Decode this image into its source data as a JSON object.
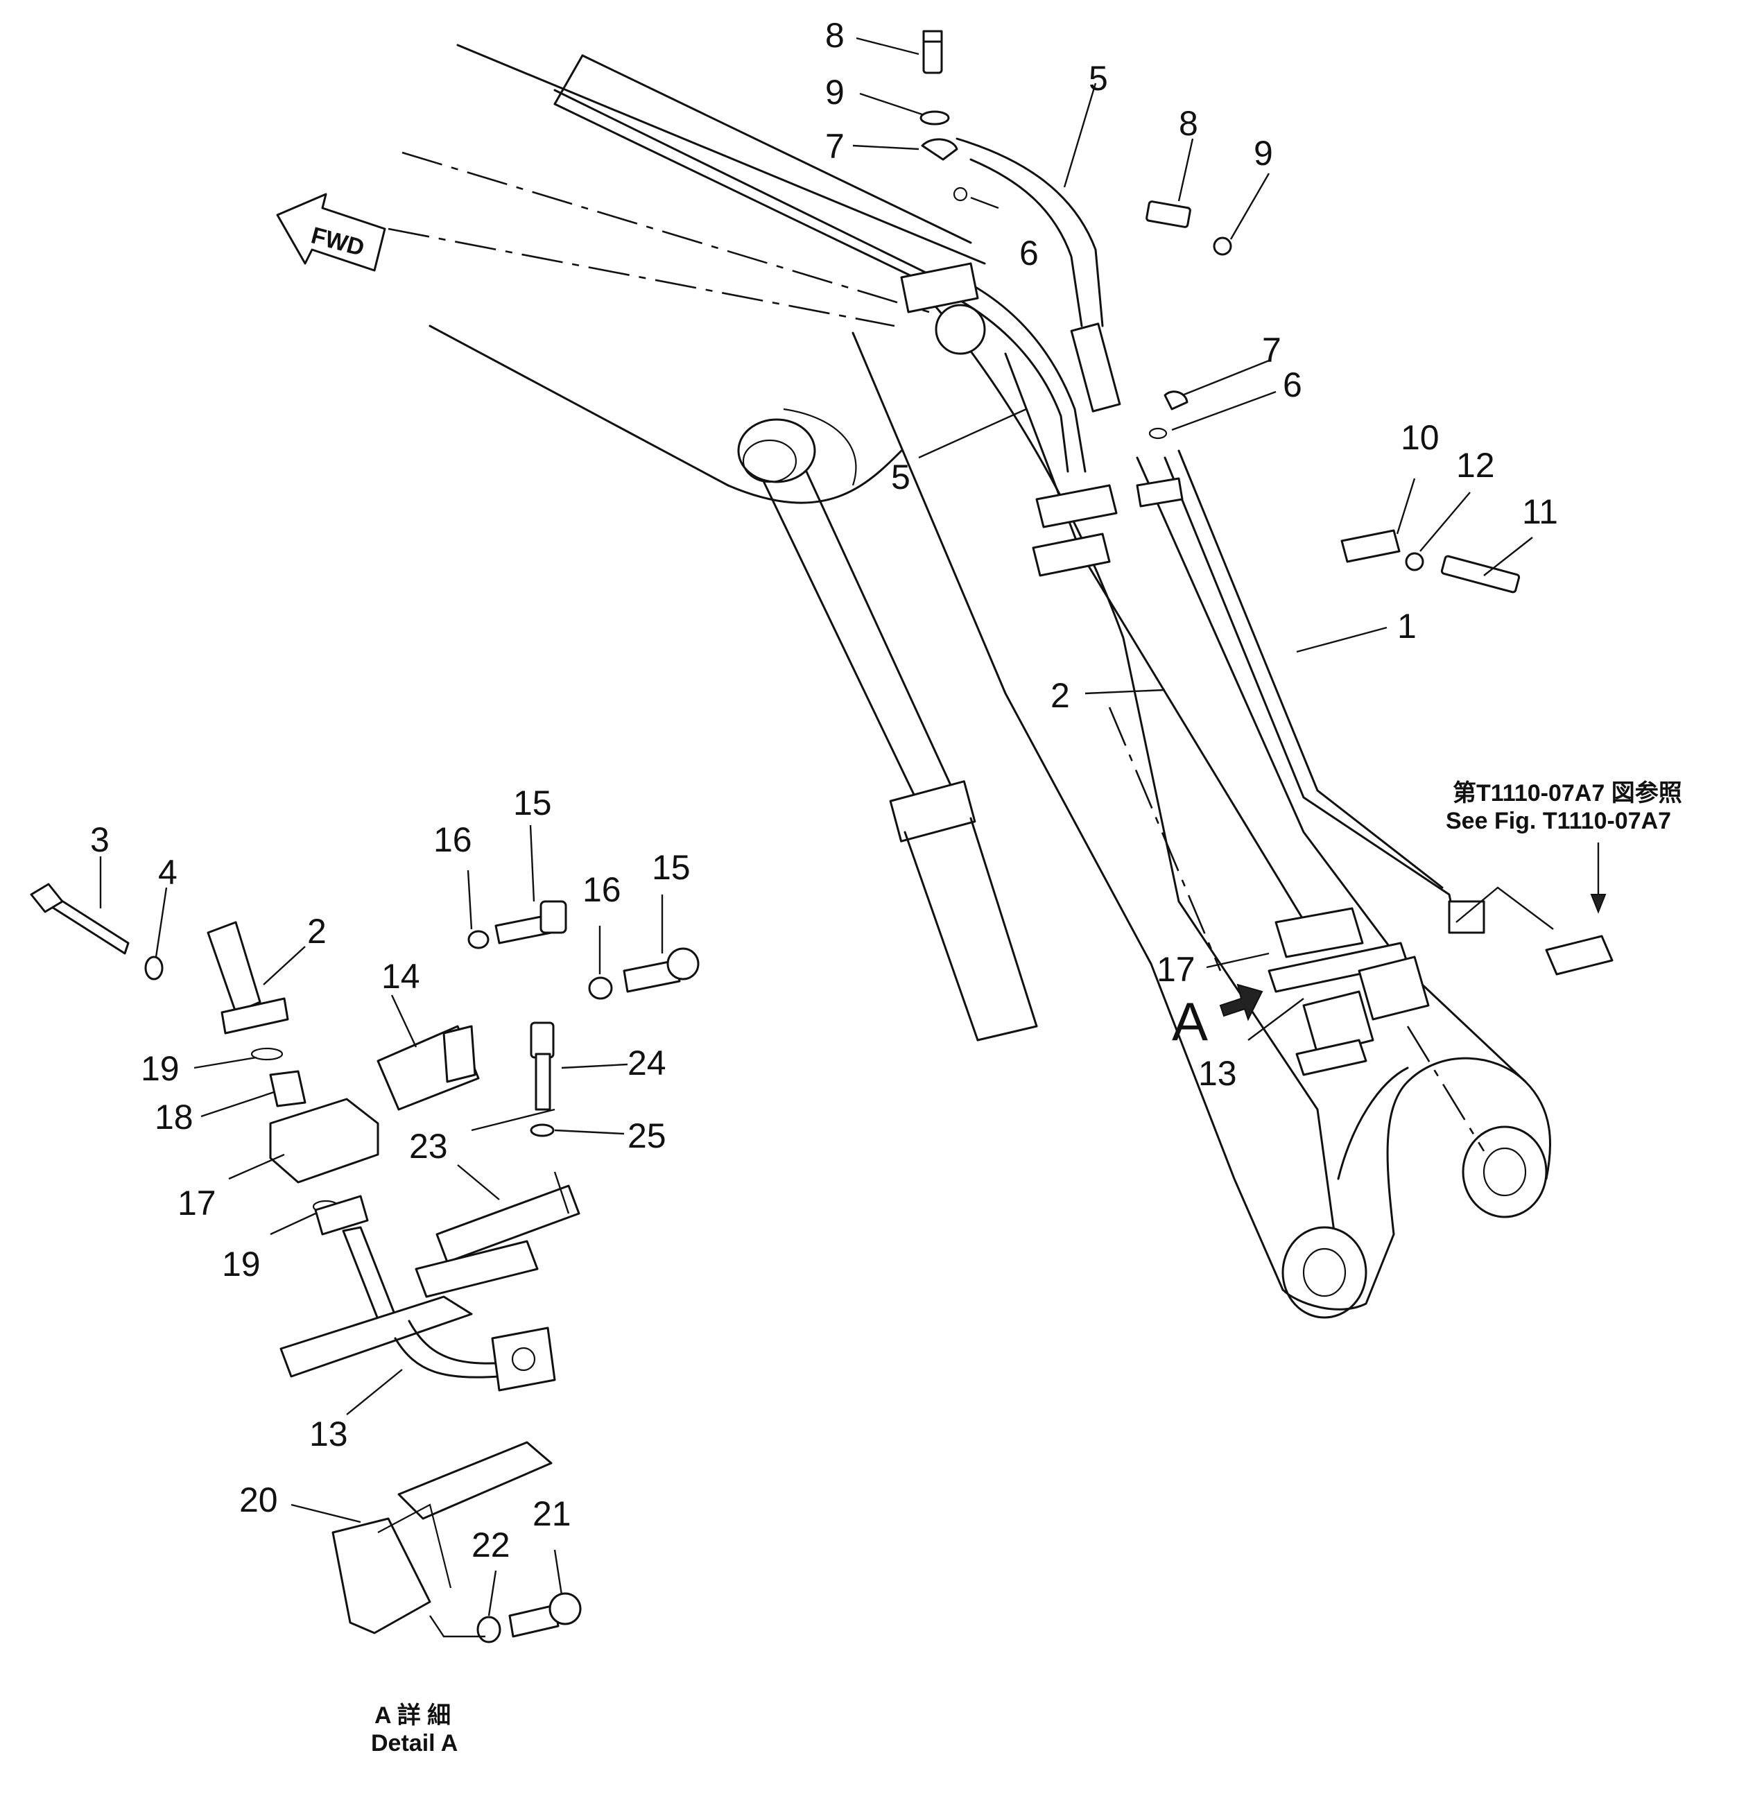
{
  "fwd_label": "FWD",
  "detail_marker": "A",
  "reference_note": {
    "line1": "第T1110-07A7 図参照",
    "line2": "See Fig. T1110-07A7"
  },
  "detail_caption": {
    "line1": "A 詳 細",
    "line2": "Detail A"
  },
  "callouts_main": {
    "p8a": "8",
    "p9a": "9",
    "p7a": "7",
    "p5a": "5",
    "p6a": "6",
    "p8b": "8",
    "p9b": "9",
    "p7b": "7",
    "p6b": "6",
    "p5b": "5",
    "p10": "10",
    "p12": "12",
    "p11": "11",
    "p1": "1",
    "p2": "2",
    "p17": "17",
    "p13": "13"
  },
  "callouts_detail": {
    "p3": "3",
    "p4": "4",
    "p2": "2",
    "p16a": "16",
    "p15a": "15",
    "p16b": "16",
    "p15b": "15",
    "p14": "14",
    "p19a": "19",
    "p24": "24",
    "p18": "18",
    "p25": "25",
    "p17": "17",
    "p23": "23",
    "p19b": "19",
    "p13": "13",
    "p20": "20",
    "p21": "21",
    "p22": "22"
  }
}
